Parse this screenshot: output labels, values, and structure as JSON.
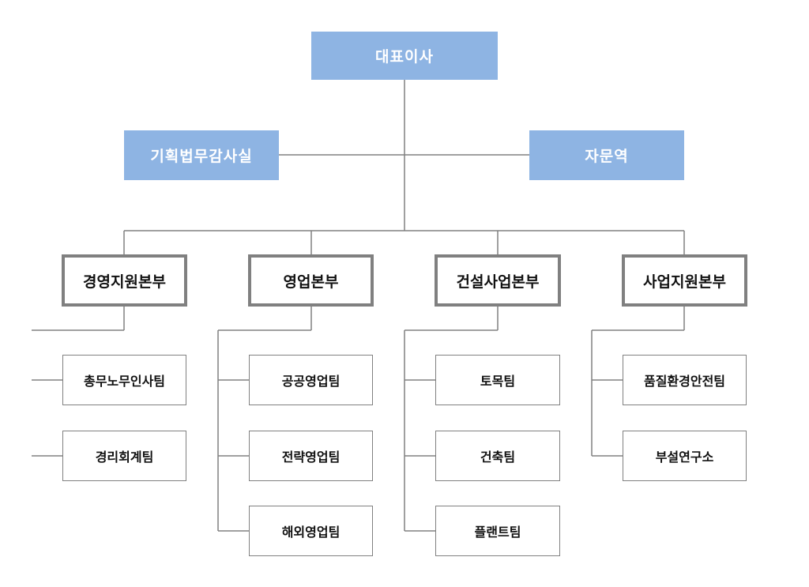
{
  "org_chart": {
    "ceo": "대표이사",
    "staff_left": "기획법무감사실",
    "staff_right": "자문역",
    "divisions": [
      {
        "name": "경영지원본부",
        "teams": [
          "총무노무인사팀",
          "경리회계팀"
        ]
      },
      {
        "name": "영업본부",
        "teams": [
          "공공영업팀",
          "전략영업팀",
          "해외영업팀"
        ]
      },
      {
        "name": "건설사업본부",
        "teams": [
          "토목팀",
          "건축팀",
          "플랜트팀"
        ]
      },
      {
        "name": "사업지원본부",
        "teams": [
          "품질환경안전팀",
          "부설연구소"
        ]
      }
    ]
  },
  "colors": {
    "exec_fill": "#8eb4e3",
    "line": "#808080",
    "border": "#808080"
  }
}
